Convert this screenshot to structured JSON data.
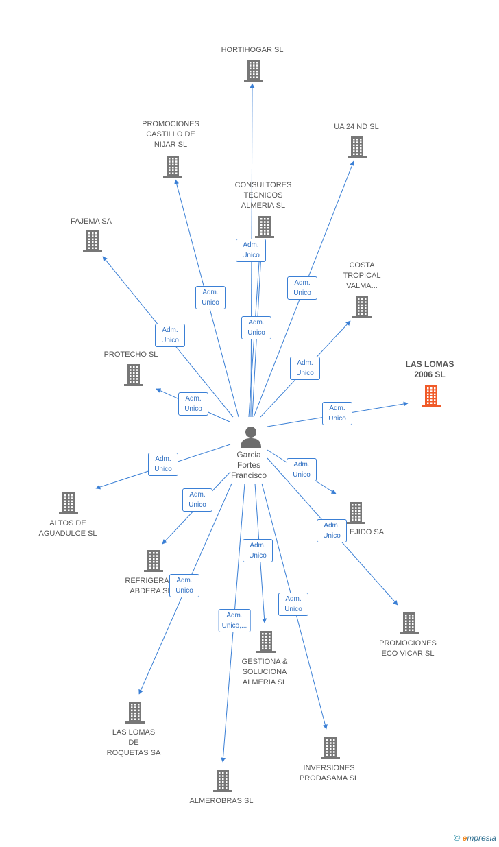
{
  "person": {
    "name": "Garcia\nFortes\nFrancisco",
    "icon": "person-icon"
  },
  "companies": [
    {
      "id": "hortihogar",
      "name": "HORTIHOGAR SL",
      "focus": false,
      "color": "#777777",
      "role": "Adm.\nUnico"
    },
    {
      "id": "promociones-castillo",
      "name": "PROMOCIONES\nCASTILLO DE\nNIJAR SL",
      "focus": false,
      "color": "#777777",
      "role": "Adm.\nUnico"
    },
    {
      "id": "ua24",
      "name": "UA 24 ND SL",
      "focus": false,
      "color": "#777777",
      "role": "Adm.\nUnico"
    },
    {
      "id": "consultores",
      "name": "CONSULTORES\nTECNICOS\nALMERIA SL",
      "focus": false,
      "color": "#777777",
      "role": "Adm.\nUnico"
    },
    {
      "id": "fajema",
      "name": "FAJEMA SA",
      "focus": false,
      "color": "#777777",
      "role": "Adm.\nUnico"
    },
    {
      "id": "costa-tropical",
      "name": "COSTA\nTROPICAL\nVALMA...",
      "focus": false,
      "color": "#777777",
      "role": "Adm.\nUnico"
    },
    {
      "id": "protecho",
      "name": "PROTECHO SL",
      "focus": false,
      "color": "#777777",
      "role": "Adm.\nUnico"
    },
    {
      "id": "las-lomas-2006",
      "name": "LAS LOMAS\n2006 SL",
      "focus": true,
      "color": "#f05a28",
      "role": "Adm.\nUnico"
    },
    {
      "id": "altos-aguadulce",
      "name": "ALTOS DE\nAGUADULCE SL",
      "focus": false,
      "color": "#777777",
      "role": "Adm.\nUnico"
    },
    {
      "id": "ejido",
      "name": "EJIDO SA",
      "focus": false,
      "color": "#777777",
      "role": "Adm.\nUnico"
    },
    {
      "id": "refrigeracion",
      "name": "REFRIGERACI\nABDERA SL",
      "focus": false,
      "color": "#777777",
      "role": "Adm.\nUnico"
    },
    {
      "id": "promociones-eco",
      "name": "PROMOCIONES\nECO VICAR SL",
      "focus": false,
      "color": "#777777",
      "role": "Adm.\nUnico"
    },
    {
      "id": "gestiona",
      "name": "GESTIONA &\nSOLUCIONA\nALMERIA SL",
      "focus": false,
      "color": "#777777",
      "role": "Adm.\nUnico"
    },
    {
      "id": "las-lomas-roquetas",
      "name": "LAS LOMAS\nDE\nROQUETAS SA",
      "focus": false,
      "color": "#777777",
      "role": "Adm.\nUnico"
    },
    {
      "id": "inversiones",
      "name": "INVERSIONES\nPRODASAMA SL",
      "focus": false,
      "color": "#777777",
      "role": "Adm.\nUnico"
    },
    {
      "id": "almerobras",
      "name": "ALMEROBRAS SL",
      "focus": false,
      "color": "#777777",
      "role": "Adm.\nUnico,..."
    },
    {
      "id": "consultores-2",
      "name": "",
      "focus": false,
      "color": "#777777",
      "role": "Adm.\nUnico"
    }
  ],
  "edge_color": "#3a7fd5",
  "footer": {
    "copyright": "©",
    "brand_first": "e",
    "brand_rest": "mpresia"
  }
}
